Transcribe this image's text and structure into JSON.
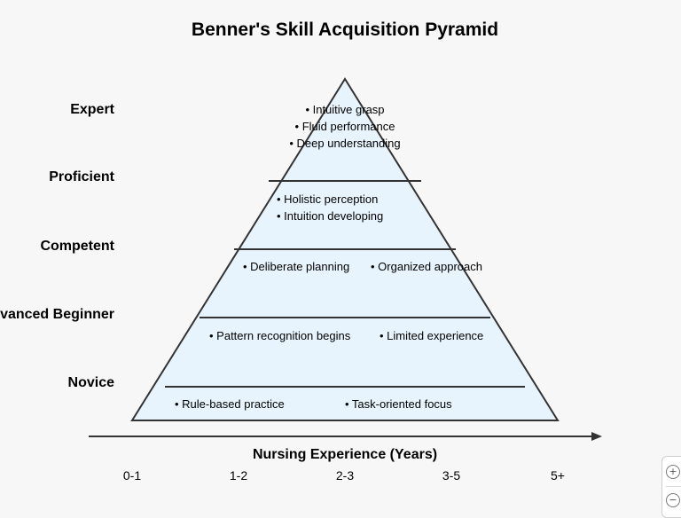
{
  "title": "Benner's Skill Acquisition Pyramid",
  "levels": [
    {
      "name": "Expert",
      "points": [
        "• Intuitive grasp",
        "• Fluid performance",
        "• Deep understanding"
      ]
    },
    {
      "name": "Proficient",
      "points": [
        "• Holistic perception",
        "• Intuition developing"
      ]
    },
    {
      "name": "Competent",
      "points": [
        "• Deliberate planning",
        "• Organized approach"
      ]
    },
    {
      "name": "Advanced Beginner",
      "points": [
        "• Pattern recognition begins",
        "• Limited experience"
      ]
    },
    {
      "name": "Novice",
      "points": [
        "• Rule-based practice",
        "• Task-oriented focus"
      ]
    }
  ],
  "axis": {
    "title": "Nursing Experience (Years)",
    "ticks": [
      "0-1",
      "1-2",
      "2-3",
      "3-5",
      "5+"
    ]
  },
  "colors": {
    "pyramid_fill": "#e8f4fd",
    "stroke": "#333333"
  },
  "icons": {
    "zoom_in": "zoom-in-icon",
    "zoom_out": "zoom-out-icon"
  }
}
